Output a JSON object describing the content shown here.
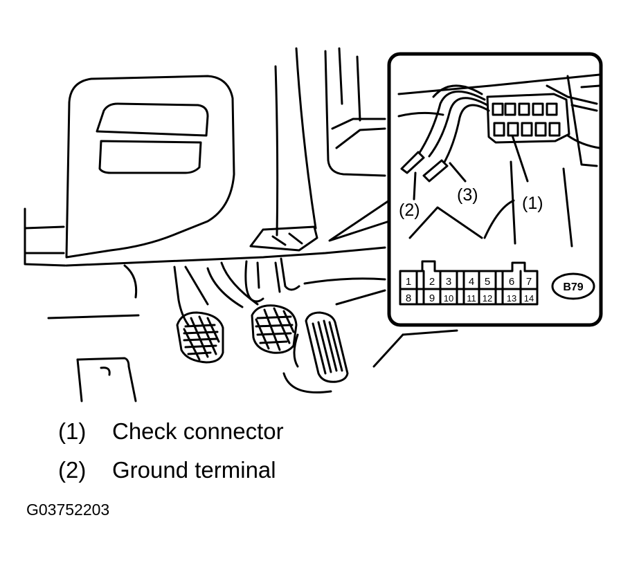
{
  "callouts": {
    "c1": "(1)",
    "c2": "(2)",
    "c3": "(3)"
  },
  "connector": {
    "pins_top": [
      "1",
      "2",
      "3",
      "4",
      "5",
      "6",
      "7"
    ],
    "pins_bottom": [
      "8",
      "9",
      "10",
      "11",
      "12",
      "13",
      "14"
    ],
    "badge": "B79"
  },
  "legend": [
    {
      "num": "(1)",
      "text": "Check connector"
    },
    {
      "num": "(2)",
      "text": "Ground terminal"
    }
  ],
  "figure_code": "G03752203"
}
